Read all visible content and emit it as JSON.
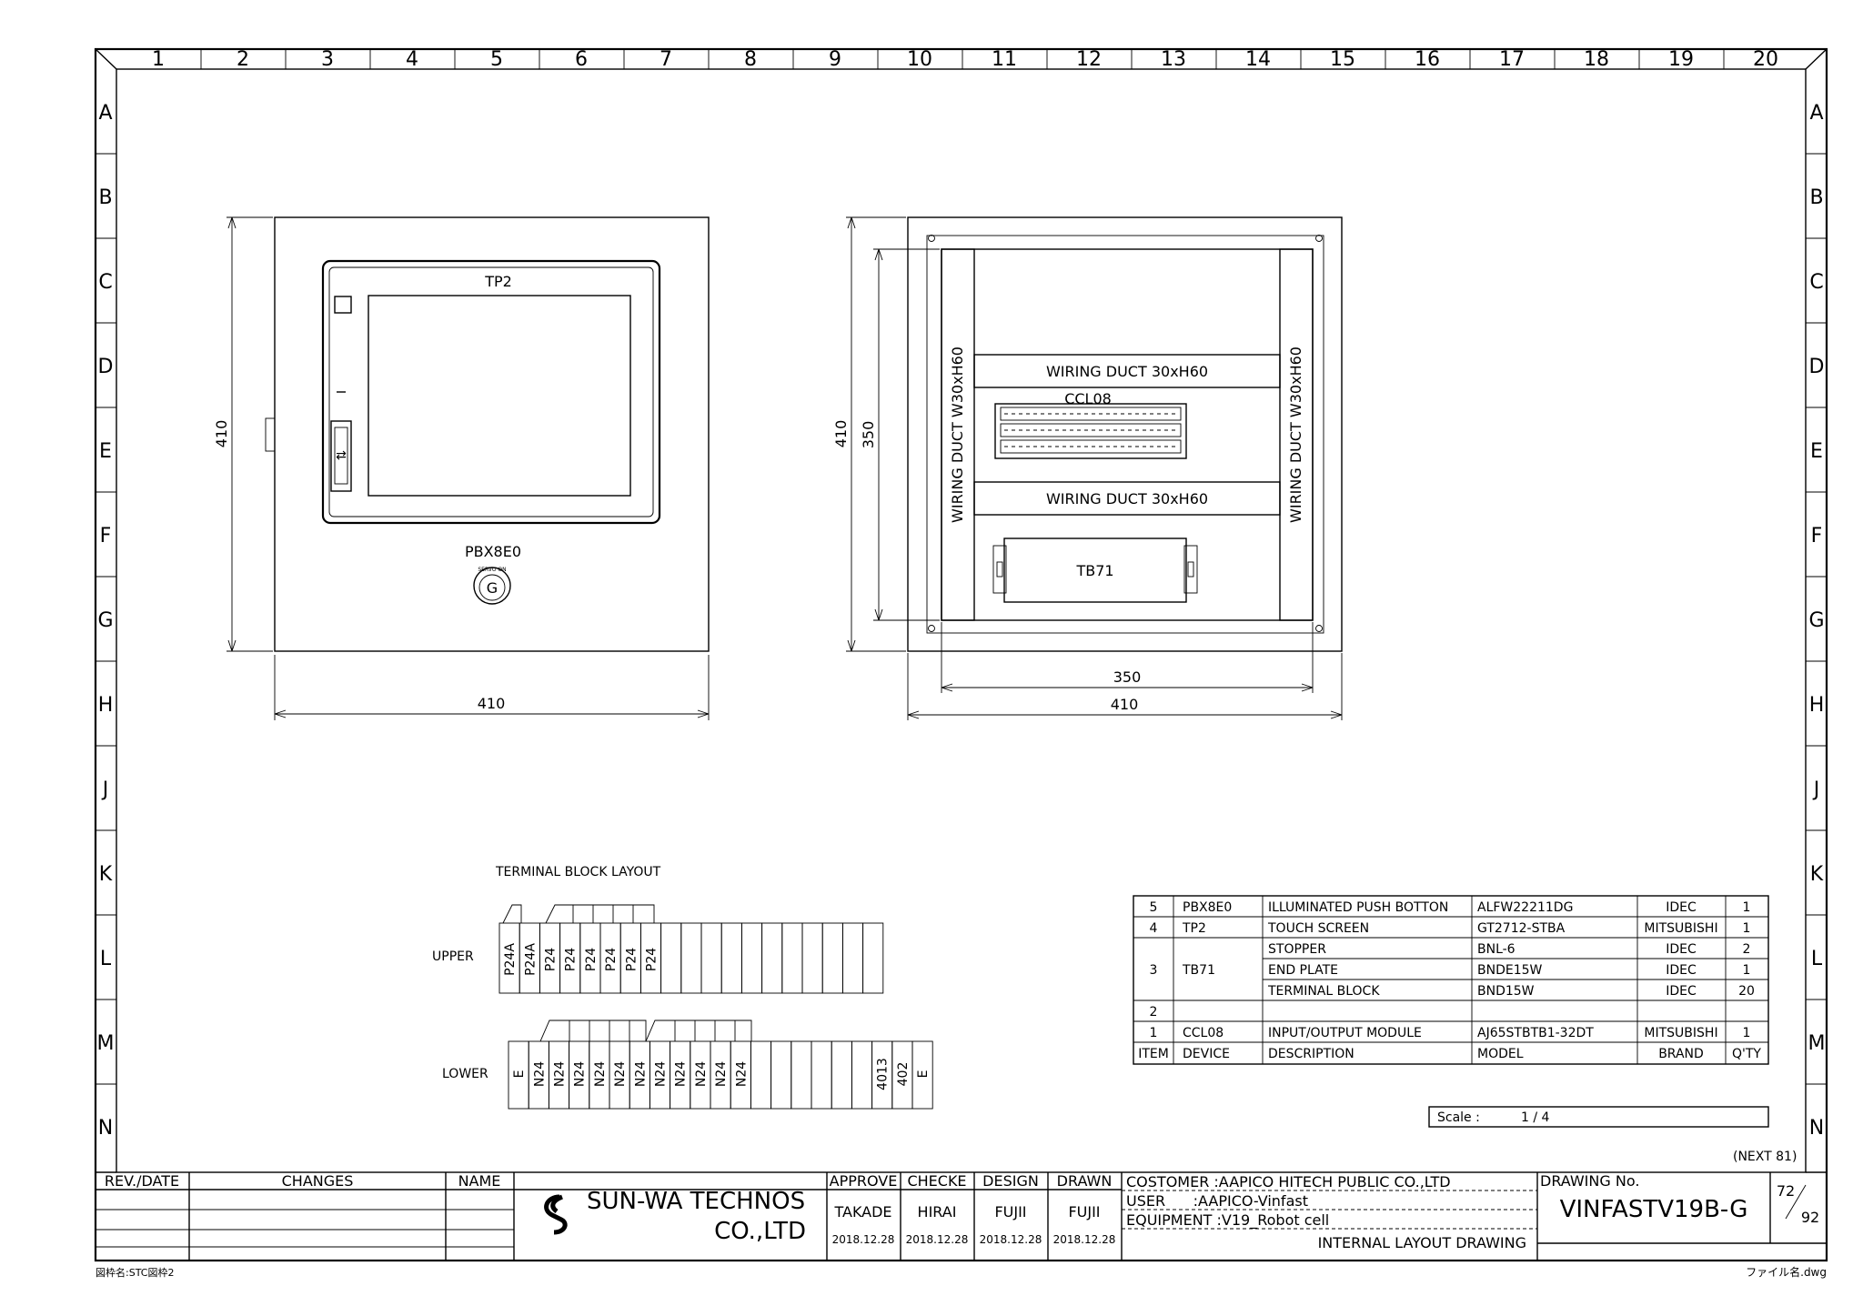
{
  "grid": {
    "cols": [
      "1",
      "2",
      "3",
      "4",
      "5",
      "6",
      "7",
      "8",
      "9",
      "10",
      "11",
      "12",
      "13",
      "14",
      "15",
      "16",
      "17",
      "18",
      "19",
      "20"
    ],
    "rows": [
      "A",
      "B",
      "C",
      "D",
      "E",
      "F",
      "G",
      "H",
      "J",
      "K",
      "L",
      "M",
      "N"
    ]
  },
  "front_view": {
    "panel_label": "TP2",
    "button_label": "PBX8E0",
    "button_small_text": "SERVO ON",
    "button_letter": "G",
    "dim_height": "410",
    "dim_width": "410"
  },
  "inner_view": {
    "duct_top": "WIRING DUCT 30xH60",
    "duct_bottom": "WIRING DUCT 30xH60",
    "duct_left": "WIRING DUCT W30xH60",
    "duct_right": "WIRING DUCT W30xH60",
    "module_label": "CCL08",
    "terminal_label": "TB71",
    "dim_outer_h": "410",
    "dim_inner_h": "350",
    "dim_inner_w": "350",
    "dim_outer_w": "410"
  },
  "terminal_layout": {
    "title": "TERMINAL BLOCK LAYOUT",
    "upper_label": "UPPER",
    "lower_label": "LOWER",
    "upper_cells": [
      "P24A",
      "P24A",
      "P24",
      "P24",
      "P24",
      "P24",
      "P24",
      "P24",
      "",
      "",
      "",
      "",
      "",
      "",
      "",
      "",
      "",
      "",
      ""
    ],
    "lower_cells": [
      "E",
      "N24",
      "N24",
      "N24",
      "N24",
      "N24",
      "N24",
      "N24",
      "N24",
      "N24",
      "N24",
      "N24",
      "",
      "",
      "",
      "",
      "",
      "",
      "4013",
      "402",
      "E"
    ]
  },
  "parts_list": {
    "rows": [
      {
        "item": "5",
        "device": "PBX8E0",
        "description": "ILLUMINATED PUSH BOTTON",
        "model": "ALFW22211DG",
        "brand": "IDEC",
        "qty": "1"
      },
      {
        "item": "4",
        "device": "TP2",
        "description": "TOUCH SCREEN",
        "model": "GT2712-STBA",
        "brand": "MITSUBISHI",
        "qty": "1"
      },
      {
        "item": "",
        "device": "",
        "description": "STOPPER",
        "model": "BNL-6",
        "brand": "IDEC",
        "qty": "2"
      },
      {
        "item": "3",
        "device": "TB71",
        "description": "END PLATE",
        "model": "BNDE15W",
        "brand": "IDEC",
        "qty": "1"
      },
      {
        "item": "",
        "device": "",
        "description": "TERMINAL BLOCK",
        "model": "BND15W",
        "brand": "IDEC",
        "qty": "20"
      },
      {
        "item": "2",
        "device": "",
        "description": "",
        "model": "",
        "brand": "",
        "qty": ""
      },
      {
        "item": "1",
        "device": "CCL08",
        "description": "INPUT/OUTPUT MODULE",
        "model": "AJ65STBTB1-32DT",
        "brand": "MITSUBISHI",
        "qty": "1"
      }
    ],
    "header": {
      "item": "ITEM",
      "device": "DEVICE",
      "description": "DESCRIPTION",
      "model": "MODEL",
      "brand": "BRAND",
      "qty": "Q'TY"
    }
  },
  "scale": {
    "label": "Scale :",
    "value": "1 / 4"
  },
  "next": "(NEXT 81)",
  "title_block": {
    "rev_date": "REV./DATE",
    "changes": "CHANGES",
    "name": "NAME",
    "company_line1": "SUN-WA TECHNOS",
    "company_line2": "CO.,LTD",
    "approve": "APPROVE",
    "checke": "CHECKE",
    "design": "DESIGN",
    "drawn": "DRAWN",
    "approve_name": "TAKADE",
    "checke_name": "HIRAI",
    "design_name": "FUJII",
    "drawn_name": "FUJII",
    "approve_date": "2018.12.28",
    "checke_date": "2018.12.28",
    "design_date": "2018.12.28",
    "drawn_date": "2018.12.28",
    "customer": "COSTOMER :AAPICO HITECH PUBLIC CO.,LTD",
    "user": "USER      :AAPICO-Vinfast",
    "equipment": "EQUIPMENT :V19_Robot cell",
    "drawing_title": "INTERNAL LAYOUT DRAWING",
    "drawing_no_label": "DRAWING No.",
    "drawing_no": "VINFASTV19B-G",
    "page": "72",
    "total": "92"
  },
  "footer": {
    "left": "図枠名:STC図枠2",
    "right": "ファイル名.dwg"
  }
}
